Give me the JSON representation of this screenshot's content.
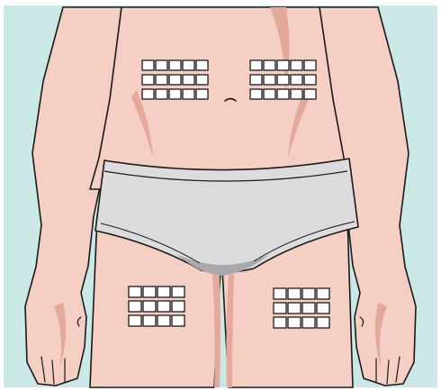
{
  "palette": {
    "background": "#c9e8e6",
    "skin": "#f6cfc4",
    "skin_shadow": "#e4a99b",
    "outline": "#1a1a1a",
    "underwear": "#dcdcde",
    "underwear_shadow": "#a9a9ad",
    "grid_fill": "#ffffff"
  },
  "icons": {
    "navel": "navel-icon"
  },
  "injection_zones": [
    {
      "name": "abdomen-left",
      "rows": 3,
      "cols": 5
    },
    {
      "name": "abdomen-right",
      "rows": 3,
      "cols": 5
    },
    {
      "name": "thigh-left",
      "rows": 3,
      "cols": 4
    },
    {
      "name": "thigh-right",
      "rows": 3,
      "cols": 4
    }
  ]
}
